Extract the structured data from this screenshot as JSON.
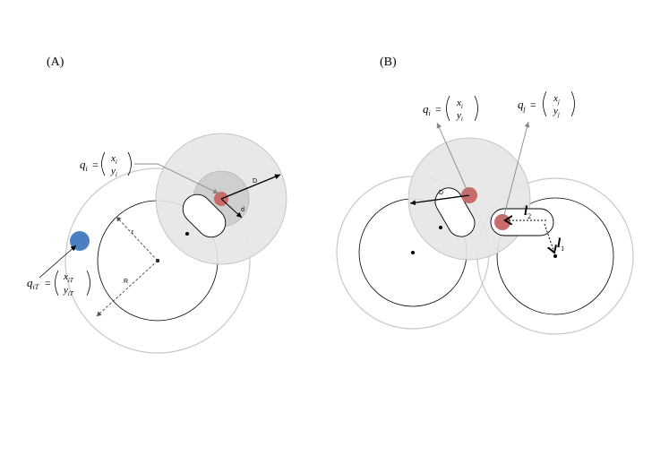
{
  "panels": {
    "a": {
      "label": "(A)",
      "robot_eq": {
        "lhs": "q",
        "lhs_sub": "i",
        "equals": "=",
        "top": "x",
        "top_sub": "i",
        "bottom": "y",
        "bottom_sub": "i"
      },
      "target_eq": {
        "lhs": "q",
        "lhs_sub": "iT",
        "equals": "=",
        "top": "x",
        "top_sub": "iT",
        "bottom": "y",
        "bottom_sub": "iT"
      },
      "label_D": "D",
      "label_d": "d",
      "label_r": "r",
      "label_R": "R"
    },
    "b": {
      "label": "(B)",
      "robot_i_eq": {
        "lhs": "q",
        "lhs_sub": "i",
        "equals": "=",
        "top": "x",
        "top_sub": "i",
        "bottom": "y",
        "bottom_sub": "i"
      },
      "robot_j_eq": {
        "lhs": "q",
        "lhs_sub": "j",
        "equals": "=",
        "top": "x",
        "top_sub": "j",
        "bottom": "y",
        "bottom_sub": "j"
      },
      "label_D": "D",
      "l2": {
        "letter": "l",
        "sub": "2"
      },
      "l1": {
        "letter": "l",
        "sub": "1"
      }
    }
  },
  "colors": {
    "robot_red": "#c96b6b",
    "target_blue": "#4a7fc1",
    "sensing_gray": "#e6e6e6",
    "inner_gray": "#cccccc",
    "outer_ring": "#c8c8c8",
    "line": "#000000",
    "pointer": "#888888"
  }
}
